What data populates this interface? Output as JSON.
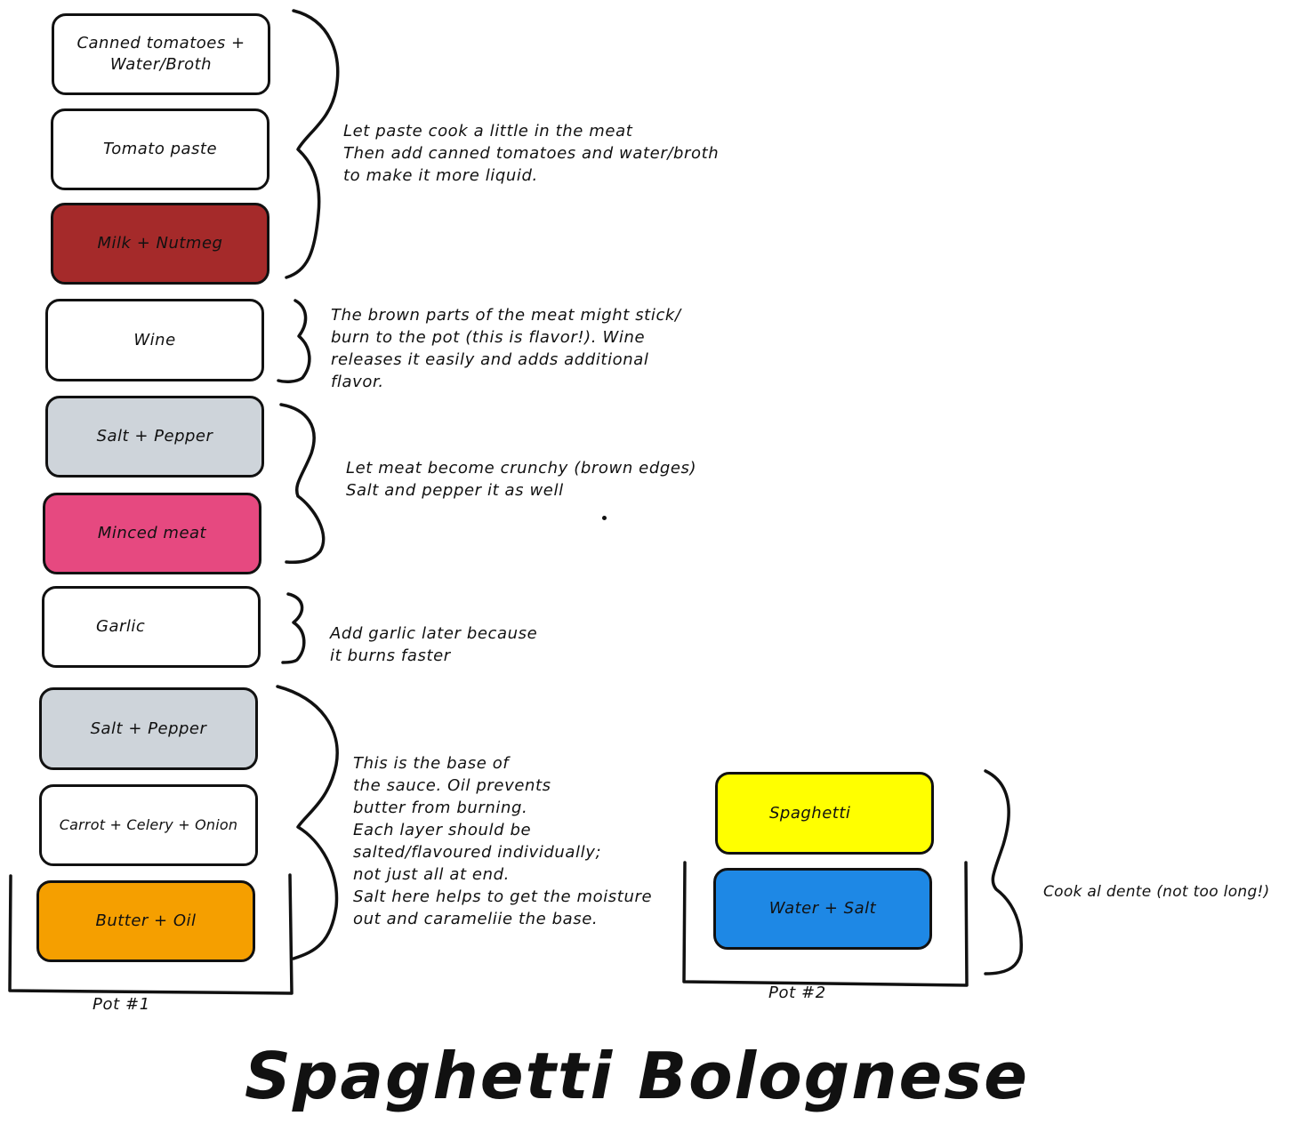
{
  "title": "Spaghetti Bolognese",
  "colors": {
    "milk_nutmeg": "#a52a2a",
    "salt_pepper": "#ced4da",
    "minced_meat": "#e64980",
    "butter_oil": "#f59f00",
    "spaghetti": "#ffff00",
    "water_salt": "#1e88e5",
    "white": "#ffffff"
  },
  "pot1": {
    "label": "Pot #1",
    "layers": {
      "canned_tomatoes": "Canned tomatoes +\nWater/Broth",
      "tomato_paste": "Tomato paste",
      "milk_nutmeg": "Milk + Nutmeg",
      "wine": "Wine",
      "salt_pepper_top": "Salt + Pepper",
      "minced_meat": "Minced meat",
      "garlic": "Garlic",
      "salt_pepper_bottom": "Salt + Pepper",
      "carrot_celery_onion": "Carrot + Celery + Onion",
      "butter_oil": "Butter + Oil"
    }
  },
  "pot2": {
    "label": "Pot #2",
    "layers": {
      "spaghetti": "Spaghetti",
      "water_salt": "Water + Salt"
    }
  },
  "notes": {
    "tomato": "Let paste cook a little in the meat\nThen add canned tomatoes and water/broth\nto make it more liquid.",
    "wine": "The brown parts of the meat might stick/\nburn to the pot (this is flavor!). Wine\nreleases it easily and adds additional\nflavor.",
    "meat": "Let meat become crunchy (brown edges)\nSalt and pepper it as well",
    "garlic": "Add garlic later because\nit burns faster",
    "base": "This is the base of\nthe sauce. Oil prevents\nbutter from burning.\nEach layer should be\nsalted/flavoured individually;\nnot just all at end.\nSalt here helps to get the moisture\nout and carameliie the base.",
    "pasta": "Cook al dente (not too long!)"
  }
}
